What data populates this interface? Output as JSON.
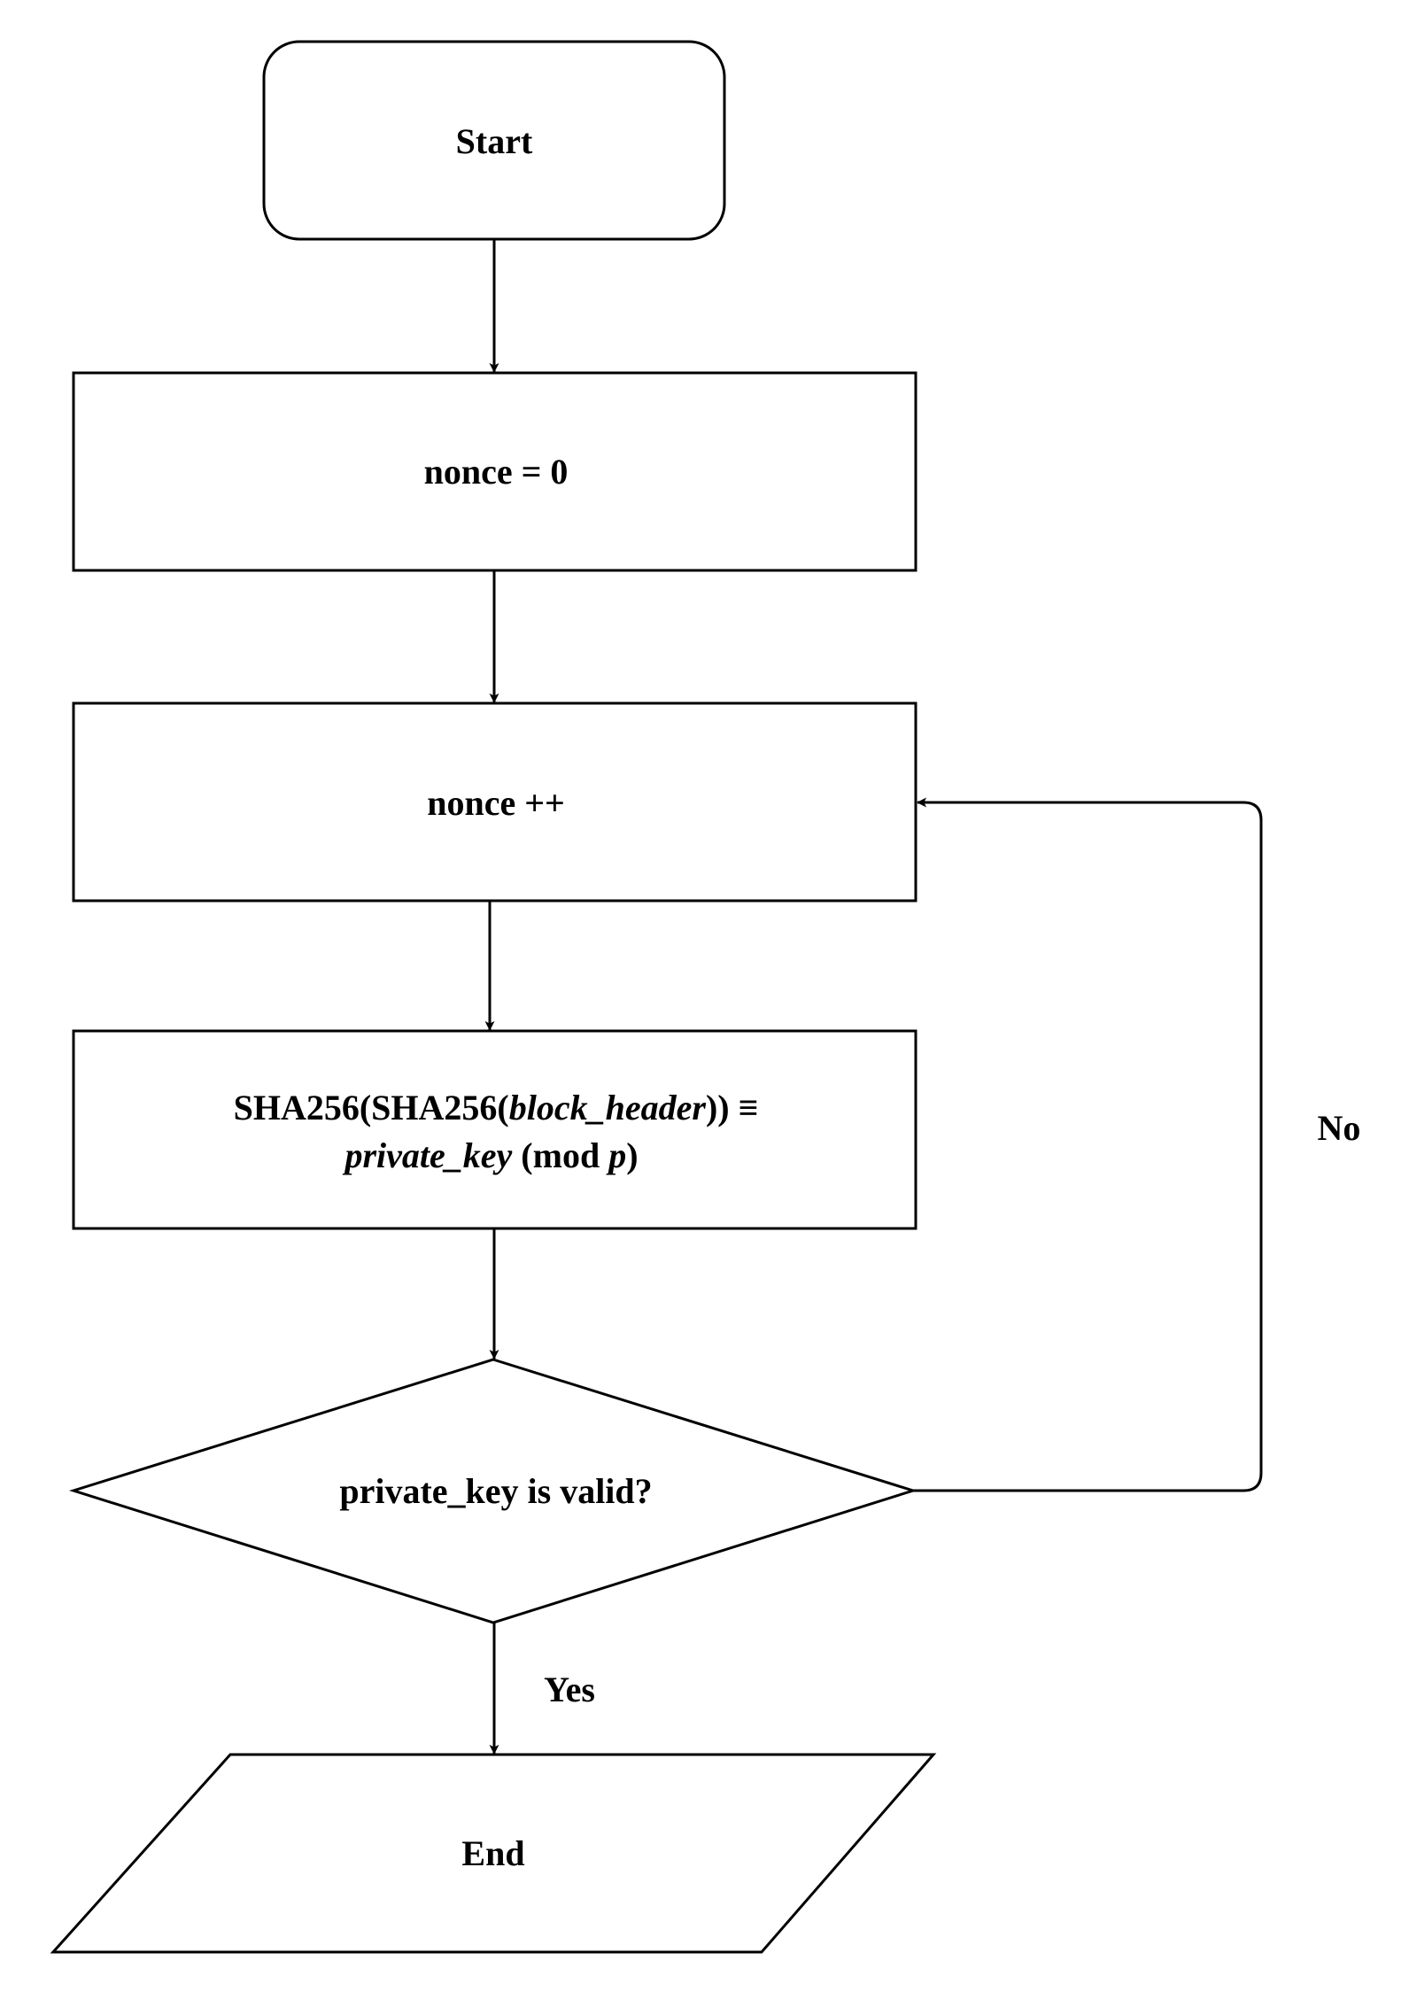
{
  "nodes": {
    "start": {
      "label": "Start"
    },
    "init": {
      "label": "nonce = 0"
    },
    "increment": {
      "label": "nonce ++"
    },
    "hash": {
      "line1": {
        "a": "SHA256(SHA256(",
        "b": "block_header",
        "c": ")) ≡"
      },
      "line2": {
        "a": "private_key",
        "b": " (mod ",
        "c": "p",
        "d": ")"
      }
    },
    "decision": {
      "label": "private_key is valid?"
    },
    "end": {
      "label": "End"
    }
  },
  "edges": {
    "no_label": "No",
    "yes_label": "Yes"
  },
  "colors": {
    "stroke": "#000000",
    "fill": "#ffffff",
    "text": "#000000"
  }
}
